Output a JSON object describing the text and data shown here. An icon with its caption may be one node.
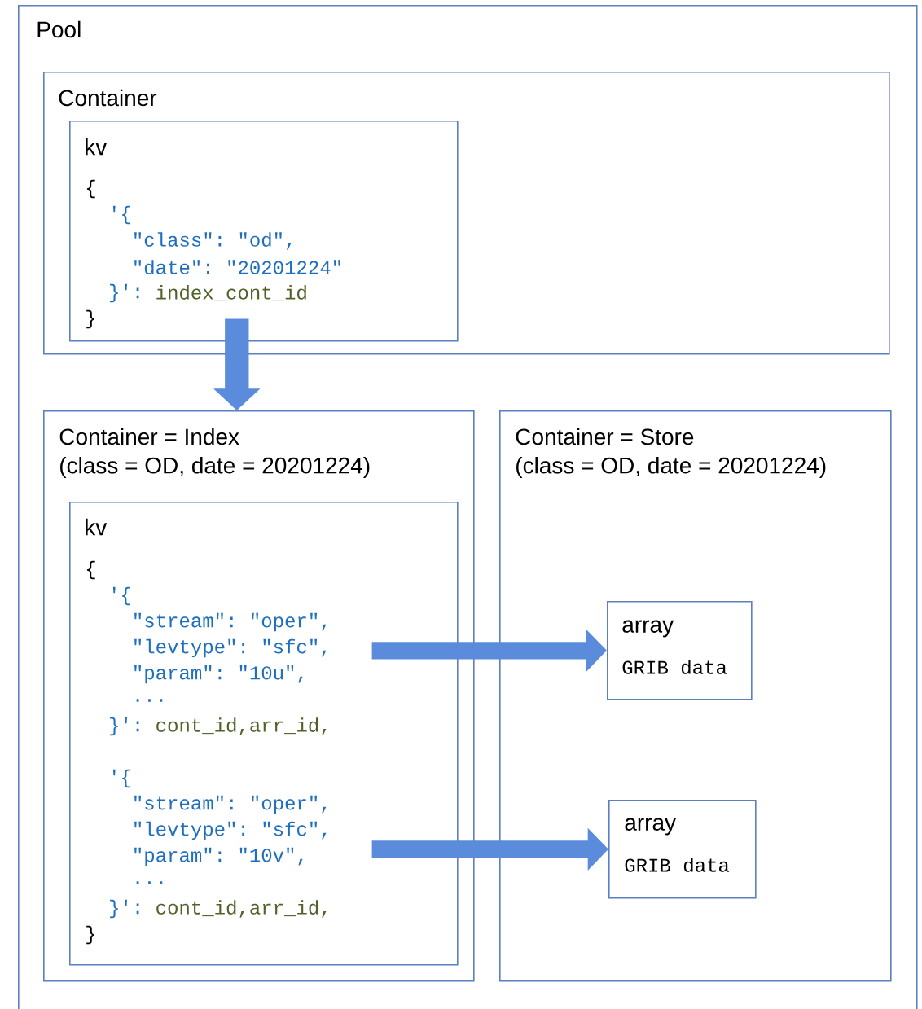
{
  "diagram": {
    "nodes": [
      {
        "text": [
          "Pool"
        ]
      },
      {
        "text": [
          "Container"
        ],
        "in": 0
      },
      {
        "text": [
          "kv",
          "{",
          "'{",
          "\"class\": \"od\",",
          "\"date\": \"20201224\"",
          "}':",
          "index_cont_id",
          "}"
        ],
        "in": 1
      },
      {
        "text": [
          "Container = Index",
          "(class = OD, date = 20201224)"
        ],
        "in": 0
      },
      {
        "text": [
          "Container = Store",
          "(class = OD, date = 20201224)"
        ],
        "in": 0
      },
      {
        "text": [
          "kv",
          "{",
          "'{",
          "\"stream\": \"oper\",",
          "\"levtype\": \"sfc\",",
          "\"param\": \"10u\",",
          "...",
          "}':",
          "cont_id,arr_id,",
          "'{",
          "\"stream\": \"oper\",",
          "\"levtype\": \"sfc\",",
          "\"param\": \"10v\",",
          "...",
          "}':",
          "cont_id,arr_id,",
          "}"
        ],
        "in": 3
      },
      {
        "text": [
          "array",
          "GRIB data"
        ],
        "in": 4
      },
      {
        "text": [
          "array",
          "GRIB data"
        ],
        "in": 4
      }
    ],
    "edges": [
      {
        "from": 2,
        "to": 3,
        "arrow": "to"
      },
      {
        "from": 5,
        "to": 6,
        "arrow": "to"
      },
      {
        "from": 5,
        "to": 7,
        "arrow": "to"
      }
    ]
  }
}
